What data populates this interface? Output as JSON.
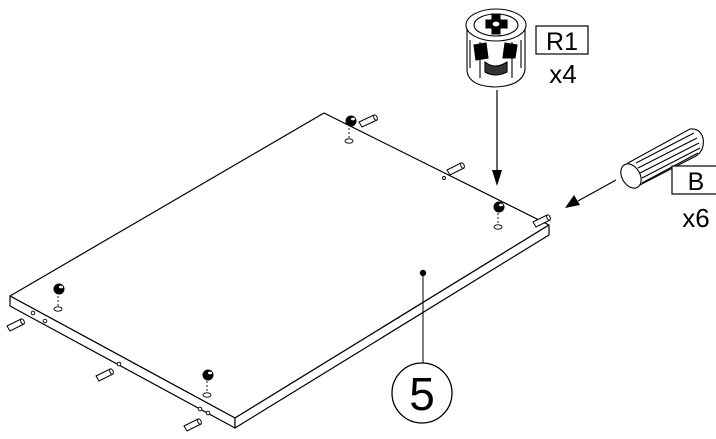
{
  "part_r1": {
    "label": "R1",
    "qty": "x4"
  },
  "part_b": {
    "label": "B",
    "qty": "x6"
  },
  "panel": {
    "number": "5"
  }
}
